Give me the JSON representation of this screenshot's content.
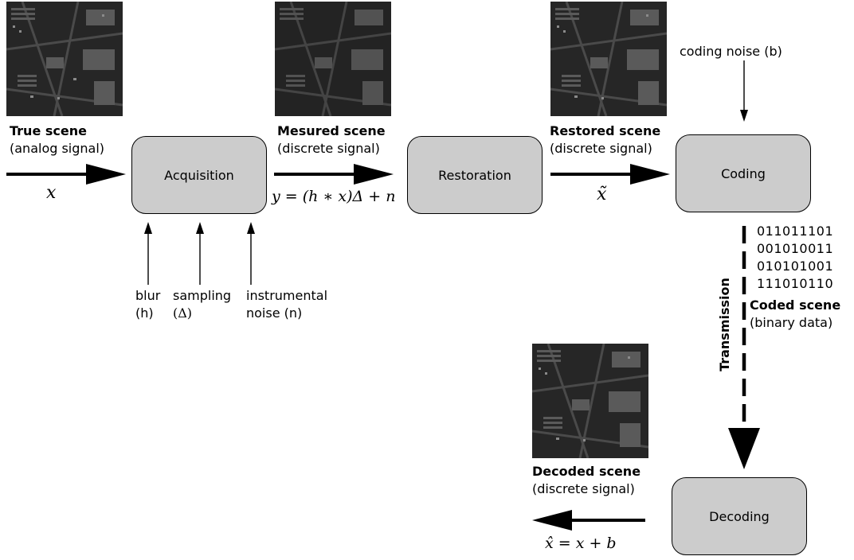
{
  "stages": {
    "true_scene": {
      "title": "True scene",
      "subtitle": "(analog signal)",
      "symbol": "x"
    },
    "measured_scene": {
      "title": "Mesured scene",
      "subtitle": "(discrete signal)",
      "symbol": "y = (h ∗ x)Δ + n"
    },
    "restored_scene": {
      "title": "Restored scene",
      "subtitle": "(discrete signal)",
      "symbol": "x̃"
    },
    "coded_scene": {
      "title": "Coded scene",
      "subtitle": "(binary data)"
    },
    "decoded_scene": {
      "title": "Decoded scene",
      "subtitle": "(discrete signal)",
      "symbol": "x̂ = x + b"
    }
  },
  "blocks": {
    "acquisition": "Acquisition",
    "restoration": "Restoration",
    "coding": "Coding",
    "decoding": "Decoding"
  },
  "inputs": {
    "blur": {
      "line1": "blur",
      "line2": "(h)"
    },
    "sampling": {
      "line1": "sampling",
      "line2": "(Δ)"
    },
    "instrumental_noise": {
      "line1": "instrumental",
      "line2": "noise (n)"
    },
    "coding_noise": "coding noise (b)"
  },
  "binary_data": [
    "011011101",
    "001010011",
    "010101001",
    "111010110"
  ],
  "transmission_label": "Transmission",
  "colors": {
    "block_fill": "#cccccc",
    "stroke": "#000000",
    "image_dark": "#1e1e1e"
  }
}
